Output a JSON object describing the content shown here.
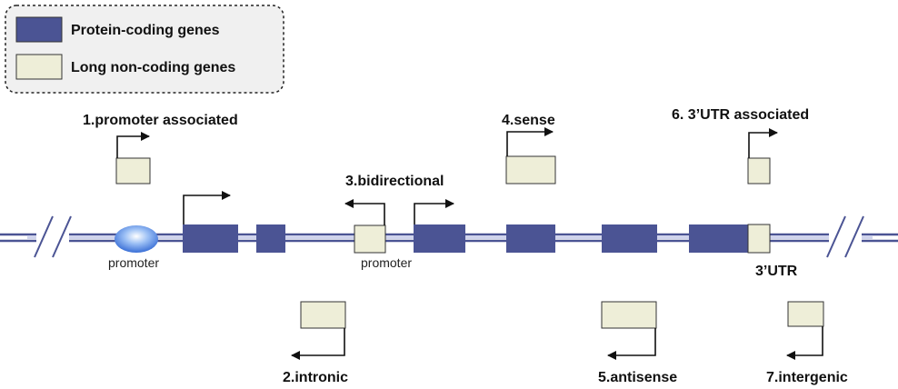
{
  "legend": {
    "protein_label": "Protein-coding genes",
    "lnc_label": "Long non-coding genes"
  },
  "labels": {
    "promoter_associated": "1.promoter associated",
    "intronic": "2.intronic",
    "bidirectional": "3.bidirectional",
    "sense": "4.sense",
    "antisense": "5.antisense",
    "utr_associated": "6. 3’UTR associated",
    "intergenic": "7.intergenic",
    "promoter_left": "promoter",
    "promoter_right": "promoter",
    "utr": "3’UTR"
  },
  "colors": {
    "protein_coding": "#4b5494",
    "lnc": "#eeeed8",
    "dna_line": "#4b5494",
    "promoter_blob": "#5b8fe8"
  }
}
